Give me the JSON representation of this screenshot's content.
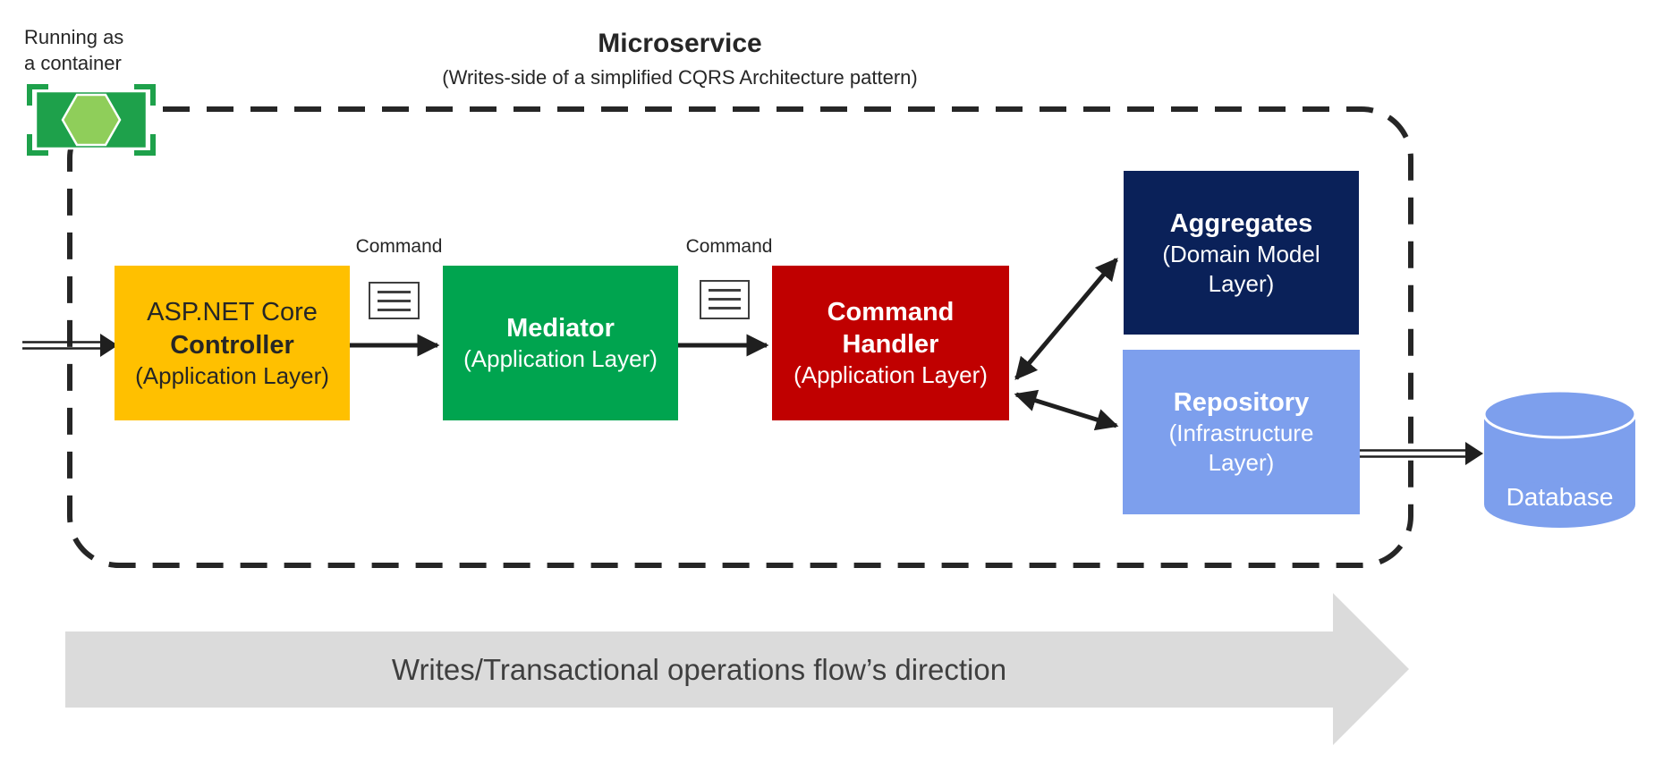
{
  "annotation": {
    "line1": "Running as",
    "line2": "a container"
  },
  "title": {
    "main": "Microservice",
    "subtitle": "(Writes-side of a simplified CQRS Architecture pattern)"
  },
  "messages": {
    "command1": "Command",
    "command2": "Command"
  },
  "nodes": {
    "controller": {
      "prefix": "ASP.NET Core",
      "name": "Controller",
      "layer": "(Application Layer)"
    },
    "mediator": {
      "name": "Mediator",
      "layer": "(Application Layer)"
    },
    "command_handler": {
      "name": "Command Handler",
      "layer": "(Application Layer)"
    },
    "aggregates": {
      "name": "Aggregates",
      "layer": "(Domain Model Layer)"
    },
    "repository": {
      "name": "Repository",
      "layer": "(Infrastructure Layer)"
    },
    "database": {
      "name": "Database"
    }
  },
  "flow": {
    "label": "Writes/Transactional operations flow’s direction"
  },
  "colors": {
    "controller": "#FFC000",
    "mediator": "#00A44F",
    "command_handler": "#C00000",
    "aggregates": "#0A2159",
    "repository": "#7D9FED",
    "database": "#7D9FED",
    "container_icon": "#1EA14B",
    "container_hex": "#8FCE5A",
    "dashed_border": "#262626",
    "arrow_line": "#1F1F1F",
    "flow_arrow": "#DBDBDB"
  }
}
